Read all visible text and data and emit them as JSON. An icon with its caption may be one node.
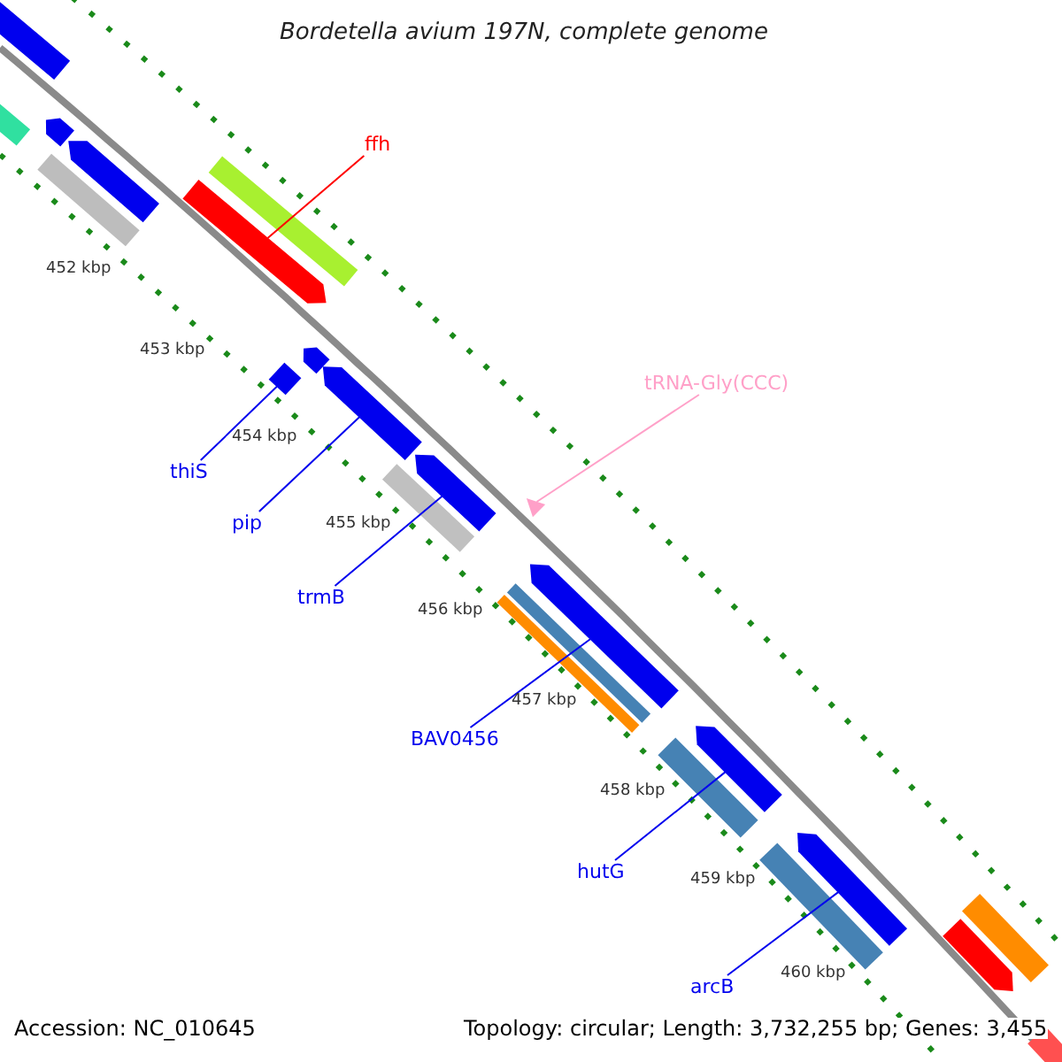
{
  "diagram": {
    "title": "Bordetella avium 197N, complete genome",
    "nodes": [
      {
        "text": [],
        "shape": "bar"
      },
      {
        "text": [],
        "shape": "bar"
      },
      {
        "text": [],
        "shape": "arrow"
      },
      {
        "text": [],
        "shape": "arrow"
      },
      {
        "text": [],
        "shape": "bar"
      },
      {
        "text": [
          "ffh"
        ]
      },
      {
        "text": [],
        "shape": "bar"
      },
      {
        "text": [],
        "shape": "arrow"
      },
      {
        "text": [],
        "shape": "arrow"
      },
      {
        "text": [],
        "shape": "diamond"
      },
      {
        "text": [
          "thiS"
        ]
      },
      {
        "text": [],
        "shape": "arrow"
      },
      {
        "text": [
          "pip"
        ]
      },
      {
        "text": [
          "tRNA-Gly(CCC)"
        ]
      },
      {
        "text": [],
        "shape": "triangle"
      },
      {
        "text": [],
        "shape": "arrow"
      },
      {
        "text": [],
        "shape": "bar"
      },
      {
        "text": [
          "trmB"
        ]
      },
      {
        "text": [],
        "shape": "arrow"
      },
      {
        "text": [],
        "shape": "bar"
      },
      {
        "text": [],
        "shape": "bar"
      },
      {
        "text": [
          "BAV0456"
        ]
      },
      {
        "text": [],
        "shape": "arrow"
      },
      {
        "text": [],
        "shape": "bar"
      },
      {
        "text": [
          "hutG"
        ]
      },
      {
        "text": [],
        "shape": "arrow"
      },
      {
        "text": [],
        "shape": "bar"
      },
      {
        "text": [
          "arcB"
        ]
      },
      {
        "text": [],
        "shape": "bar"
      },
      {
        "text": [],
        "shape": "arrow"
      },
      {
        "text": [],
        "shape": "bar"
      }
    ],
    "edges": [
      {
        "from": 5,
        "to": 7,
        "arrow": "none",
        "color": "#ff0000"
      },
      {
        "from": 13,
        "to": 14,
        "arrow": "none",
        "color": "#ffa0c8"
      },
      {
        "from": 10,
        "to": 9,
        "arrow": "none"
      },
      {
        "from": 12,
        "to": 11,
        "arrow": "none"
      },
      {
        "from": 17,
        "to": 15,
        "arrow": "none"
      },
      {
        "from": 21,
        "to": 18,
        "arrow": "none"
      },
      {
        "from": 24,
        "to": 22,
        "arrow": "none"
      },
      {
        "from": 27,
        "to": 25,
        "arrow": "none"
      }
    ],
    "labels": [
      "452 kbp",
      "453 kbp",
      "454 kbp",
      "455 kbp",
      "456 kbp",
      "457 kbp",
      "458 kbp",
      "459 kbp",
      "460 kbp",
      "Accession: NC_010645",
      "Topology: circular; Length: 3,732,255 bp; Genes: 3,455"
    ]
  }
}
